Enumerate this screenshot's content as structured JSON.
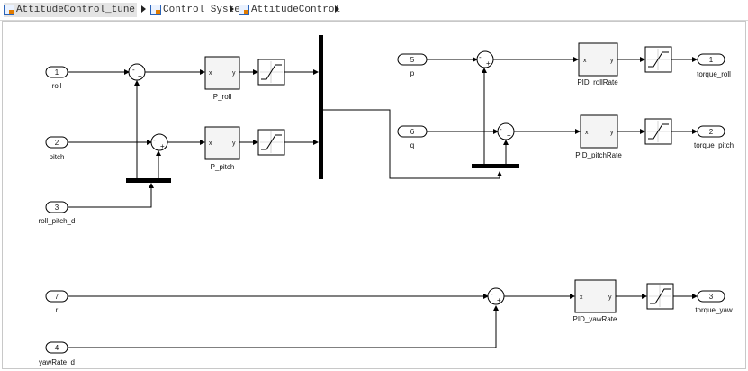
{
  "breadcrumb": {
    "items": [
      {
        "label": "AttitudeControl_tune"
      },
      {
        "label": "Control System"
      },
      {
        "label": "AttitudeControl"
      }
    ]
  },
  "inports": {
    "roll": {
      "num": "1",
      "label": "roll"
    },
    "pitch": {
      "num": "2",
      "label": "pitch"
    },
    "roll_pitch_d": {
      "num": "3",
      "label": "roll_pitch_d"
    },
    "p": {
      "num": "5",
      "label": "p"
    },
    "q": {
      "num": "6",
      "label": "q"
    },
    "r": {
      "num": "7",
      "label": "r"
    },
    "yawRate_d": {
      "num": "4",
      "label": "yawRate_d"
    }
  },
  "outports": {
    "torque_roll": {
      "num": "1",
      "label": "torque_roll"
    },
    "torque_pitch": {
      "num": "2",
      "label": "torque_pitch"
    },
    "torque_yaw": {
      "num": "3",
      "label": "torque_yaw"
    }
  },
  "blocks": {
    "P_roll": {
      "label": "P_roll",
      "in": "x",
      "out": "y"
    },
    "P_pitch": {
      "label": "P_pitch",
      "in": "x",
      "out": "y"
    },
    "PID_rollRate": {
      "label": "PID_rollRate",
      "in": "x",
      "out": "y"
    },
    "PID_pitchRate": {
      "label": "PID_pitchRate",
      "in": "x",
      "out": "y"
    },
    "PID_yawRate": {
      "label": "PID_yawRate",
      "in": "x",
      "out": "y"
    }
  },
  "sum_signs": {
    "minus": "-",
    "plus": "+"
  }
}
